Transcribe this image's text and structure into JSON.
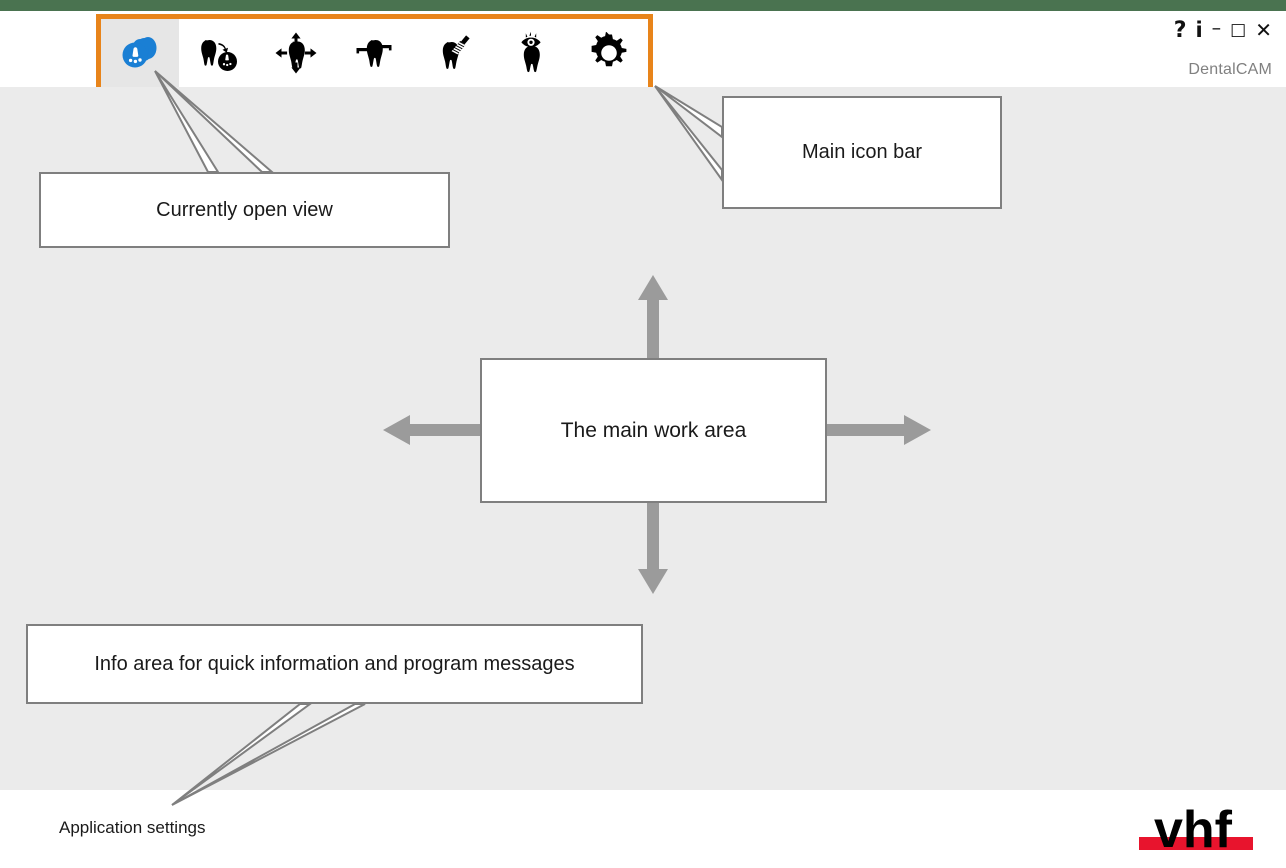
{
  "window": {
    "product_name": "DentalCAM",
    "controls": [
      {
        "name": "help-button",
        "glyph": "?"
      },
      {
        "name": "info-button",
        "glyph": "i"
      },
      {
        "name": "minimize-button",
        "glyph": "–"
      },
      {
        "name": "maximize-button",
        "glyph": "□"
      },
      {
        "name": "close-button",
        "glyph": "✕"
      }
    ]
  },
  "icon_bar": {
    "highlight_color": "#e8841a",
    "active_background": "#e6e6e6",
    "active_index": 0,
    "items": [
      {
        "icon": "blank-stack-icon",
        "state": "active"
      },
      {
        "icon": "tooth-to-blank-icon",
        "state": "normal"
      },
      {
        "icon": "tooth-position-icon",
        "state": "normal"
      },
      {
        "icon": "tooth-supports-icon",
        "state": "normal"
      },
      {
        "icon": "tooth-milling-tool-icon",
        "state": "normal"
      },
      {
        "icon": "tooth-inspect-eye-icon",
        "state": "normal"
      },
      {
        "icon": "gear-icon",
        "state": "normal"
      }
    ]
  },
  "callouts": {
    "currently_open_view": "Currently open view",
    "main_icon_bar": "Main icon bar",
    "main_work_area": "The main work area",
    "info_area": "Info area for quick information and program messages"
  },
  "bottom_caption": "Application settings",
  "logo": {
    "text": "vhf",
    "bar_color": "#e8142d",
    "text_color": "#000000"
  },
  "colors": {
    "top_strip": "#4a7350",
    "canvas": "#ebebeb",
    "callout_border": "#7f7f7f",
    "arrow": "#9b9b9b",
    "product_name": "#808080",
    "accent_blue": "#1a7fd4"
  }
}
